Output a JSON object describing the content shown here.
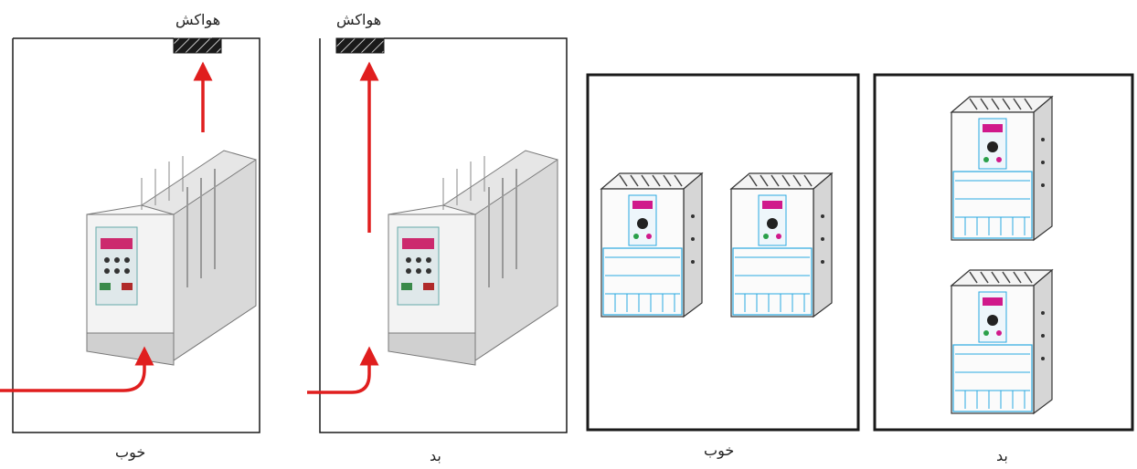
{
  "panels": [
    {
      "caption": "خوب",
      "fan_label": "هواکش"
    },
    {
      "caption": "بد",
      "fan_label": "هواکش"
    },
    {
      "caption": "خوب"
    },
    {
      "caption": "بد"
    }
  ],
  "colors": {
    "arrow": "#e01e1e",
    "frame": "#1a1a1a",
    "device_body": "#f0f0f0",
    "keypad_accent": "#d0198b",
    "terminal_blue": "#2aa8e0"
  }
}
